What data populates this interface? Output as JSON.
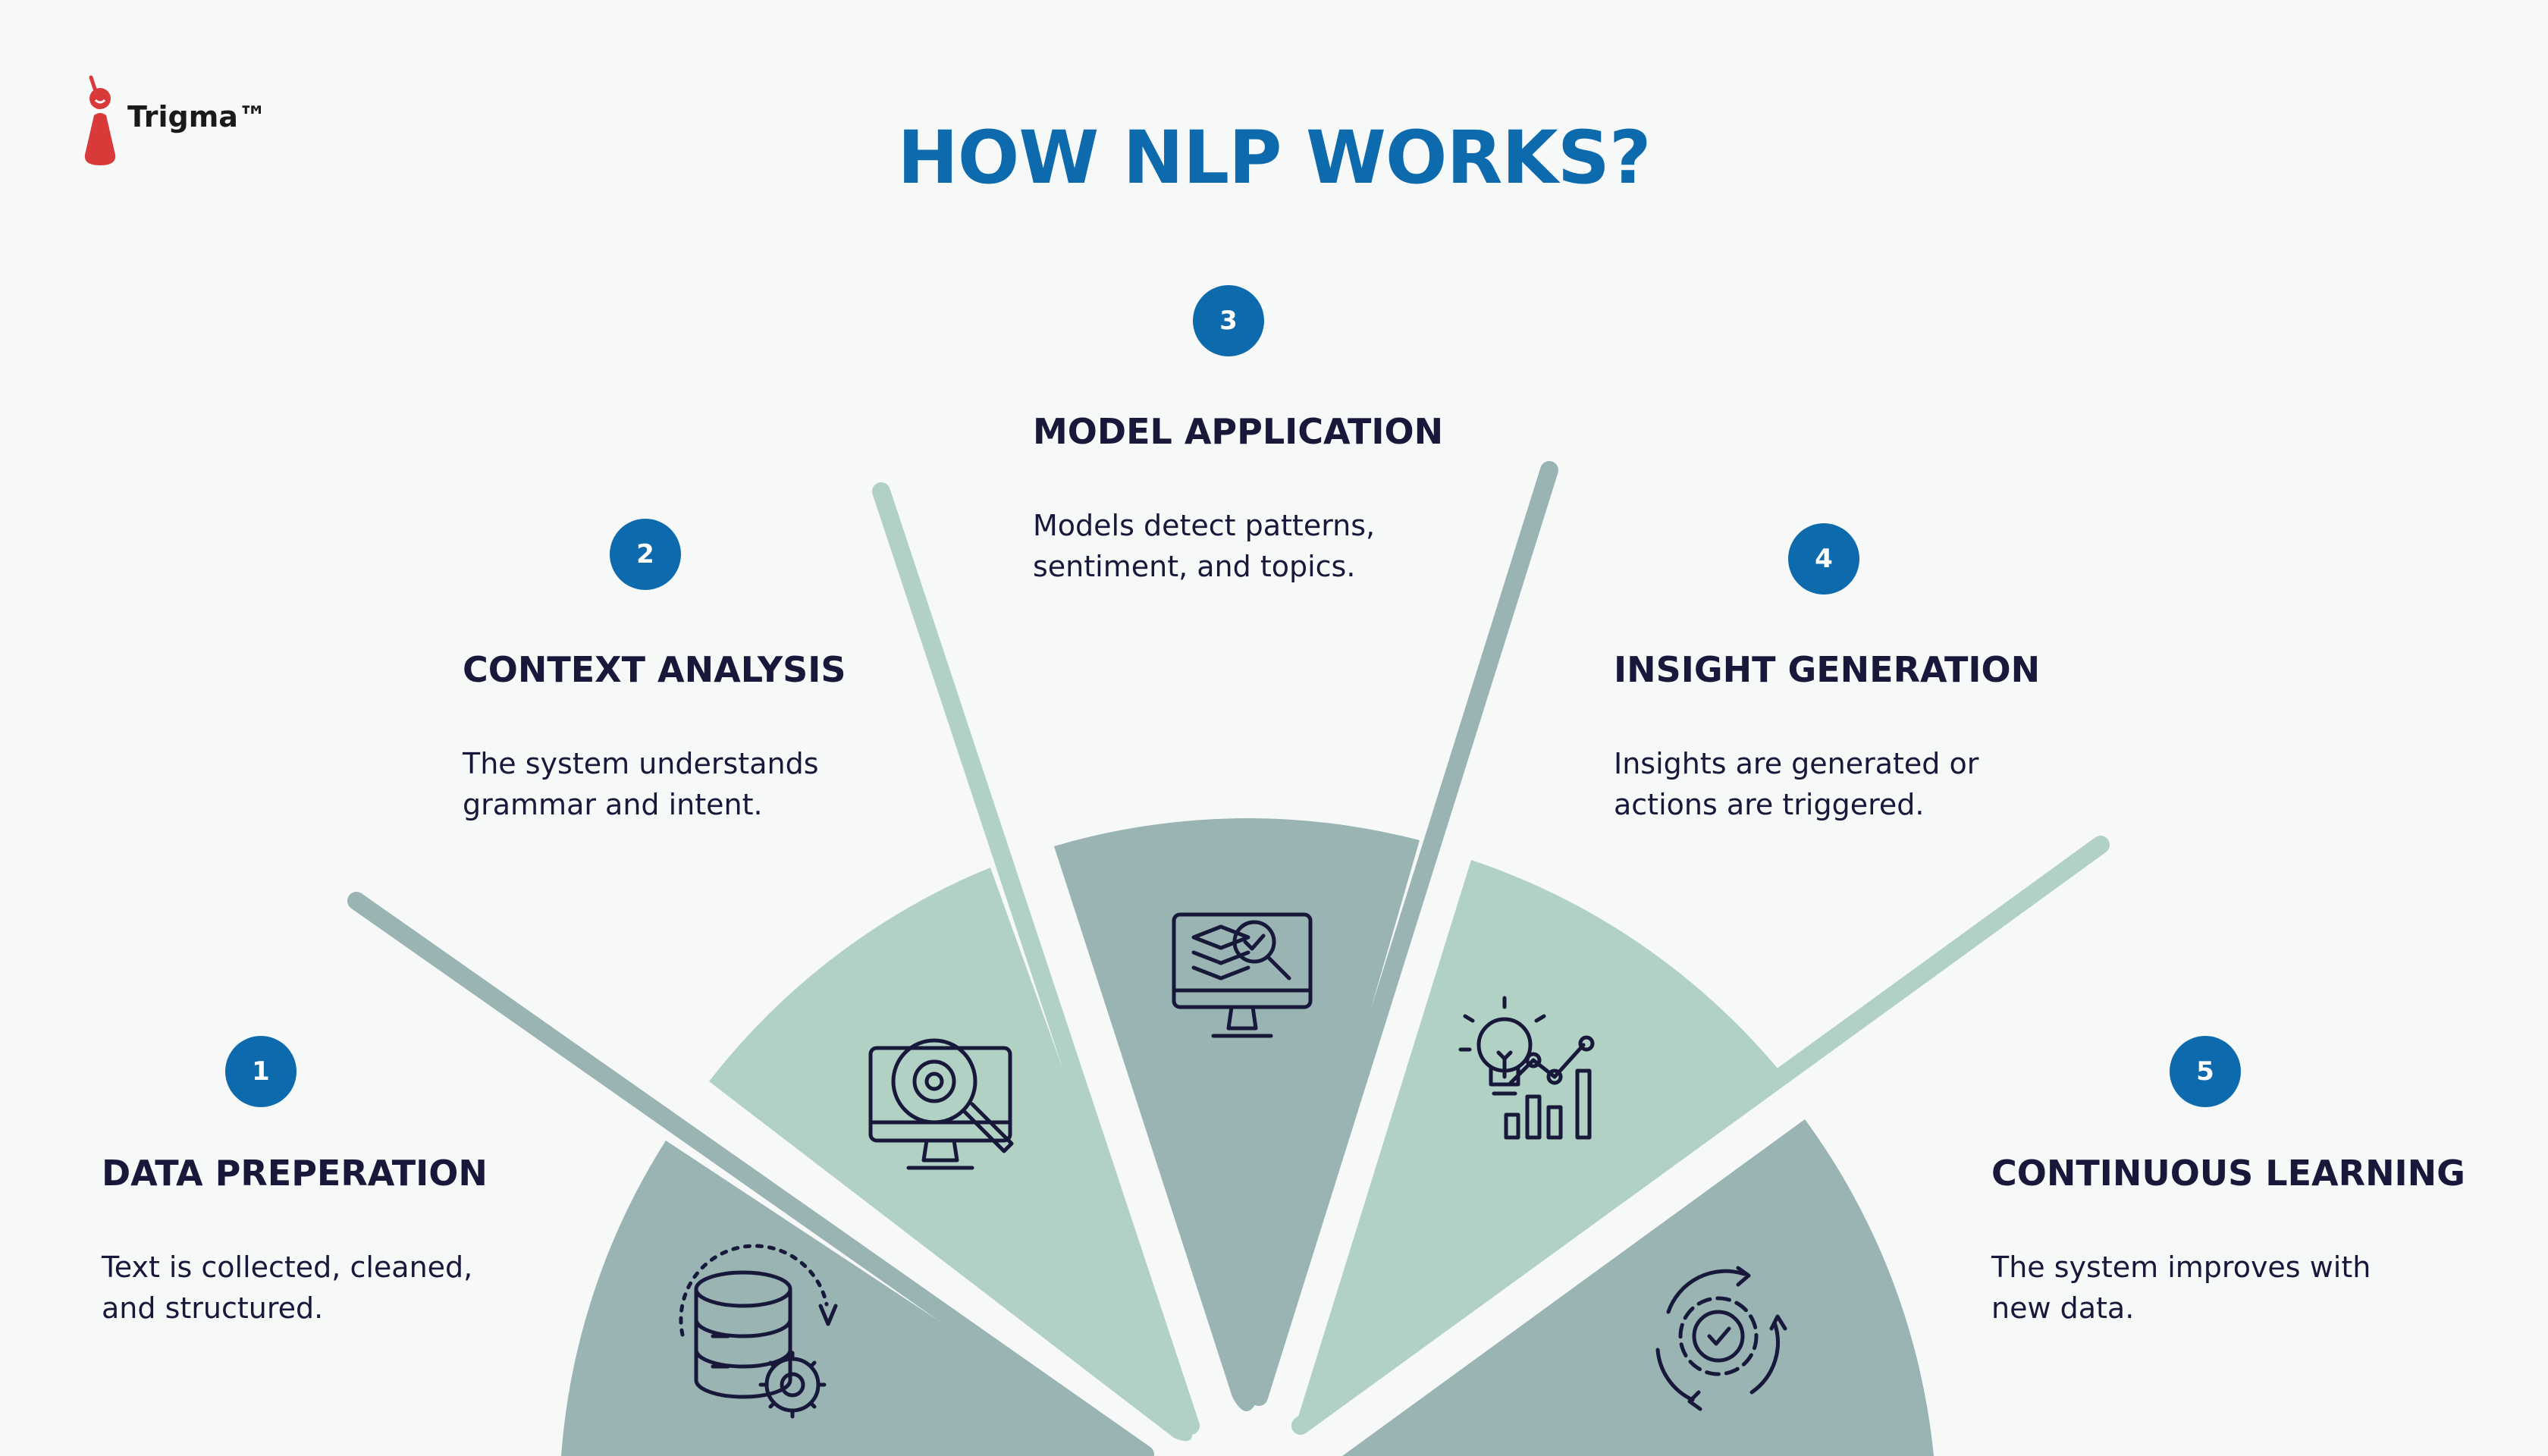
{
  "logo": {
    "text": "Trigma™"
  },
  "title": "HOW NLP WORKS?",
  "colors": {
    "accent": "#0d6aad",
    "dark_text": "#17183a",
    "segment_dark": "#99b4b3",
    "segment_light": "#b1d1c5",
    "background": "#f7f9f9",
    "logo_red": "#d83a3a"
  },
  "steps": [
    {
      "number": "1",
      "title": "DATA PREPERATION",
      "line1": "Text is collected, cleaned,",
      "line2": "and structured.",
      "icon": "database-gear-icon"
    },
    {
      "number": "2",
      "title": "CONTEXT ANALYSIS",
      "line1": "The system understands",
      "line2": "grammar and intent.",
      "icon": "monitor-gear-search-icon"
    },
    {
      "number": "3",
      "title": "MODEL APPLICATION",
      "line1": "Models detect patterns,",
      "line2": "sentiment, and topics.",
      "icon": "monitor-layers-check-icon"
    },
    {
      "number": "4",
      "title": "INSIGHT GENERATION",
      "line1": "Insights are generated or",
      "line2": "actions are triggered.",
      "icon": "lightbulb-chart-icon"
    },
    {
      "number": "5",
      "title": "CONTINUOUS LEARNING",
      "line1": "The system improves with",
      "line2": "new data.",
      "icon": "gear-cycle-icon"
    }
  ]
}
